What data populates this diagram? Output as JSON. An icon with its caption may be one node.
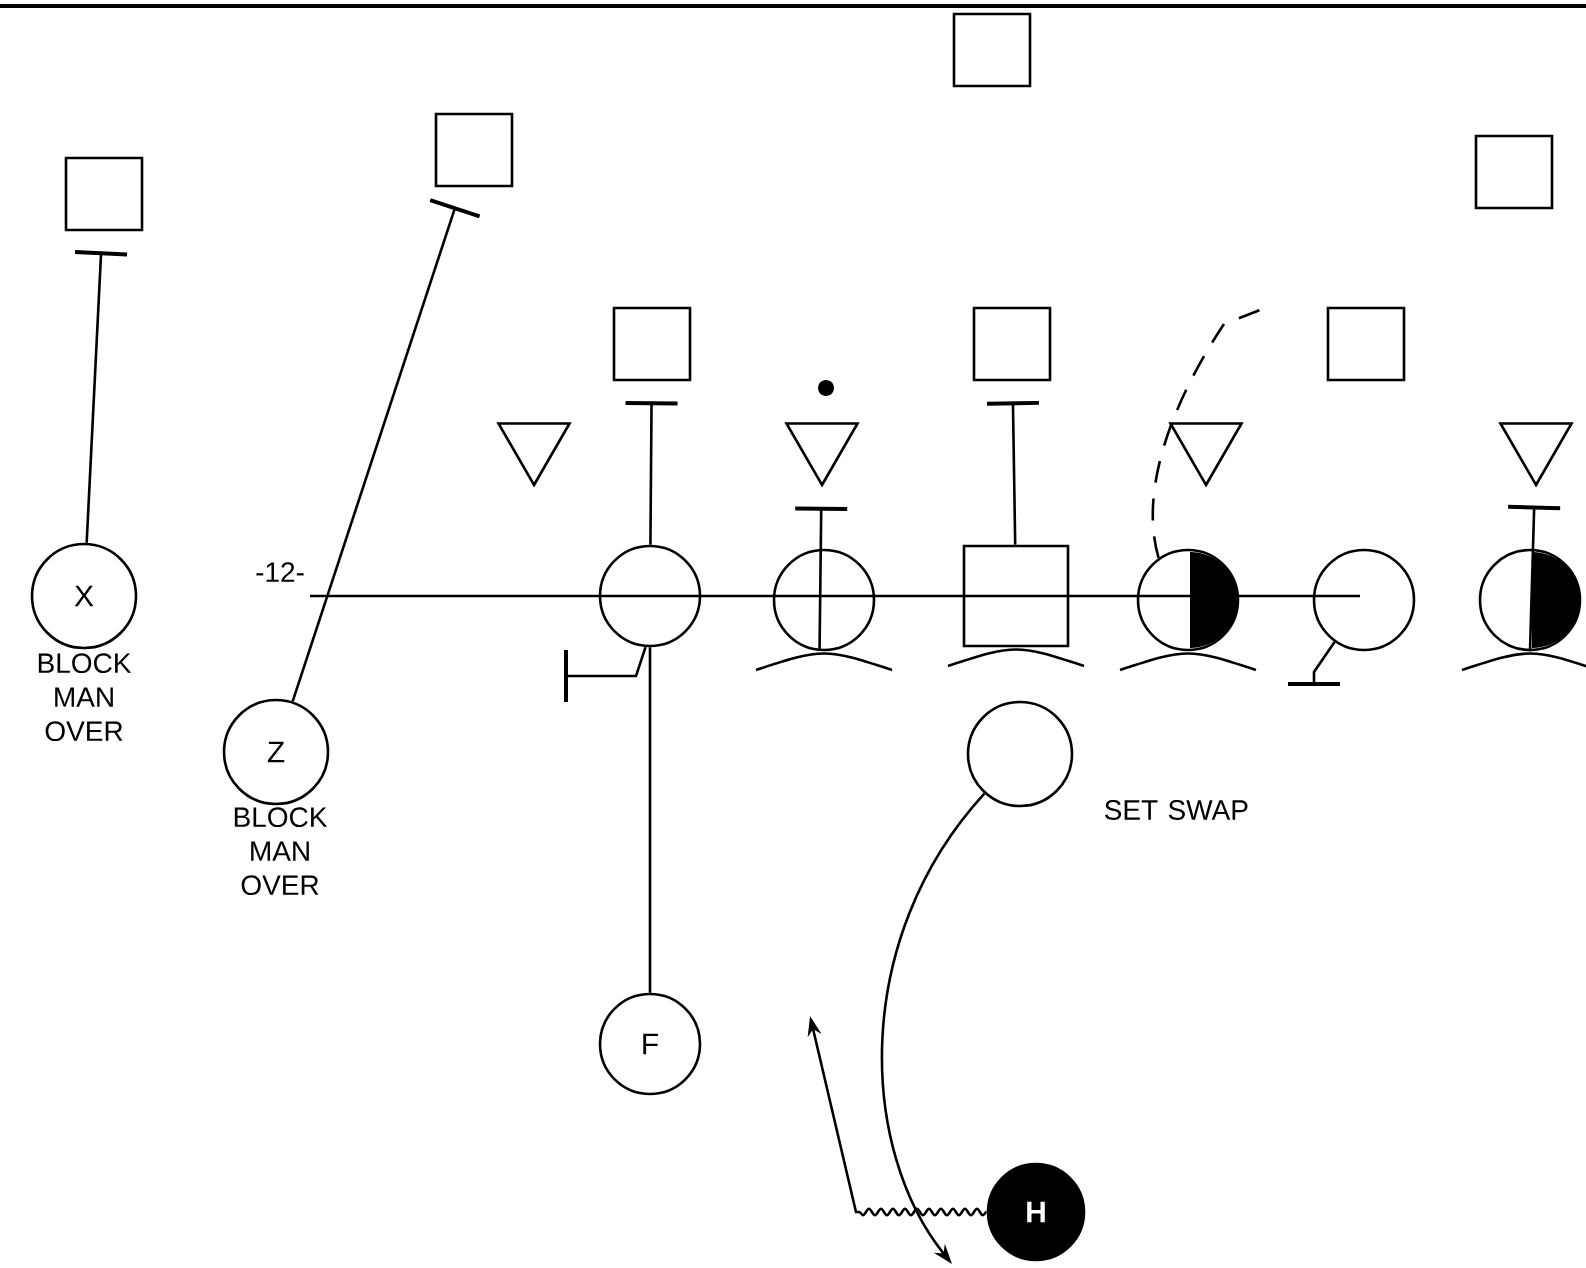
{
  "diagram": {
    "nodes": [
      {
        "text": [],
        "shape": "box"
      },
      {
        "text": [],
        "shape": "box"
      },
      {
        "text": [],
        "shape": "box"
      },
      {
        "text": [],
        "shape": "box"
      },
      {
        "text": [],
        "shape": "box"
      },
      {
        "text": [],
        "shape": "box"
      },
      {
        "text": [],
        "shape": "box"
      },
      {
        "text": [],
        "shape": "triangle"
      },
      {
        "text": [],
        "shape": "triangle"
      },
      {
        "text": [],
        "shape": "triangle"
      },
      {
        "text": [],
        "shape": "triangle"
      },
      {
        "text": [
          "X"
        ],
        "beside": [
          "BLOCK MAN OVER"
        ]
      },
      {
        "text": [],
        "shape": "circle"
      },
      {
        "text": [],
        "shape": "circle"
      },
      {
        "text": [],
        "shape": "box"
      },
      {
        "text": [],
        "shape": "circle"
      },
      {
        "text": [],
        "shape": "circle"
      },
      {
        "text": [],
        "shape": "circle"
      },
      {
        "text": [
          "Z"
        ],
        "beside": [
          "BLOCK MAN OVER"
        ]
      },
      {
        "text": [],
        "shape": "circle",
        "beside": [
          "SET SWAP"
        ]
      },
      {
        "text": [
          "F"
        ]
      },
      {
        "text": [
          "H"
        ]
      }
    ],
    "edges": [
      {
        "from": 11,
        "to": 3,
        "arrow": "other"
      },
      {
        "from": 18,
        "to": 1,
        "arrow": "other"
      },
      {
        "from": 20,
        "to": 12,
        "arrow": "none"
      },
      {
        "from": 12,
        "to": 4,
        "arrow": "other"
      },
      {
        "from": 12,
        "to": null,
        "arrow": "other"
      },
      {
        "from": 13,
        "to": 8,
        "arrow": "other"
      },
      {
        "from": 14,
        "to": 5,
        "arrow": "other"
      },
      {
        "from": 15,
        "to": null,
        "arrow": "none",
        "style": "dashed"
      },
      {
        "from": 16,
        "to": null,
        "arrow": "other"
      },
      {
        "from": 17,
        "to": 10,
        "arrow": "other"
      },
      {
        "from": 19,
        "to": null,
        "arrow": "to"
      },
      {
        "from": 21,
        "to": null,
        "arrow": "to"
      }
    ],
    "labels": [
      "-12-"
    ]
  }
}
